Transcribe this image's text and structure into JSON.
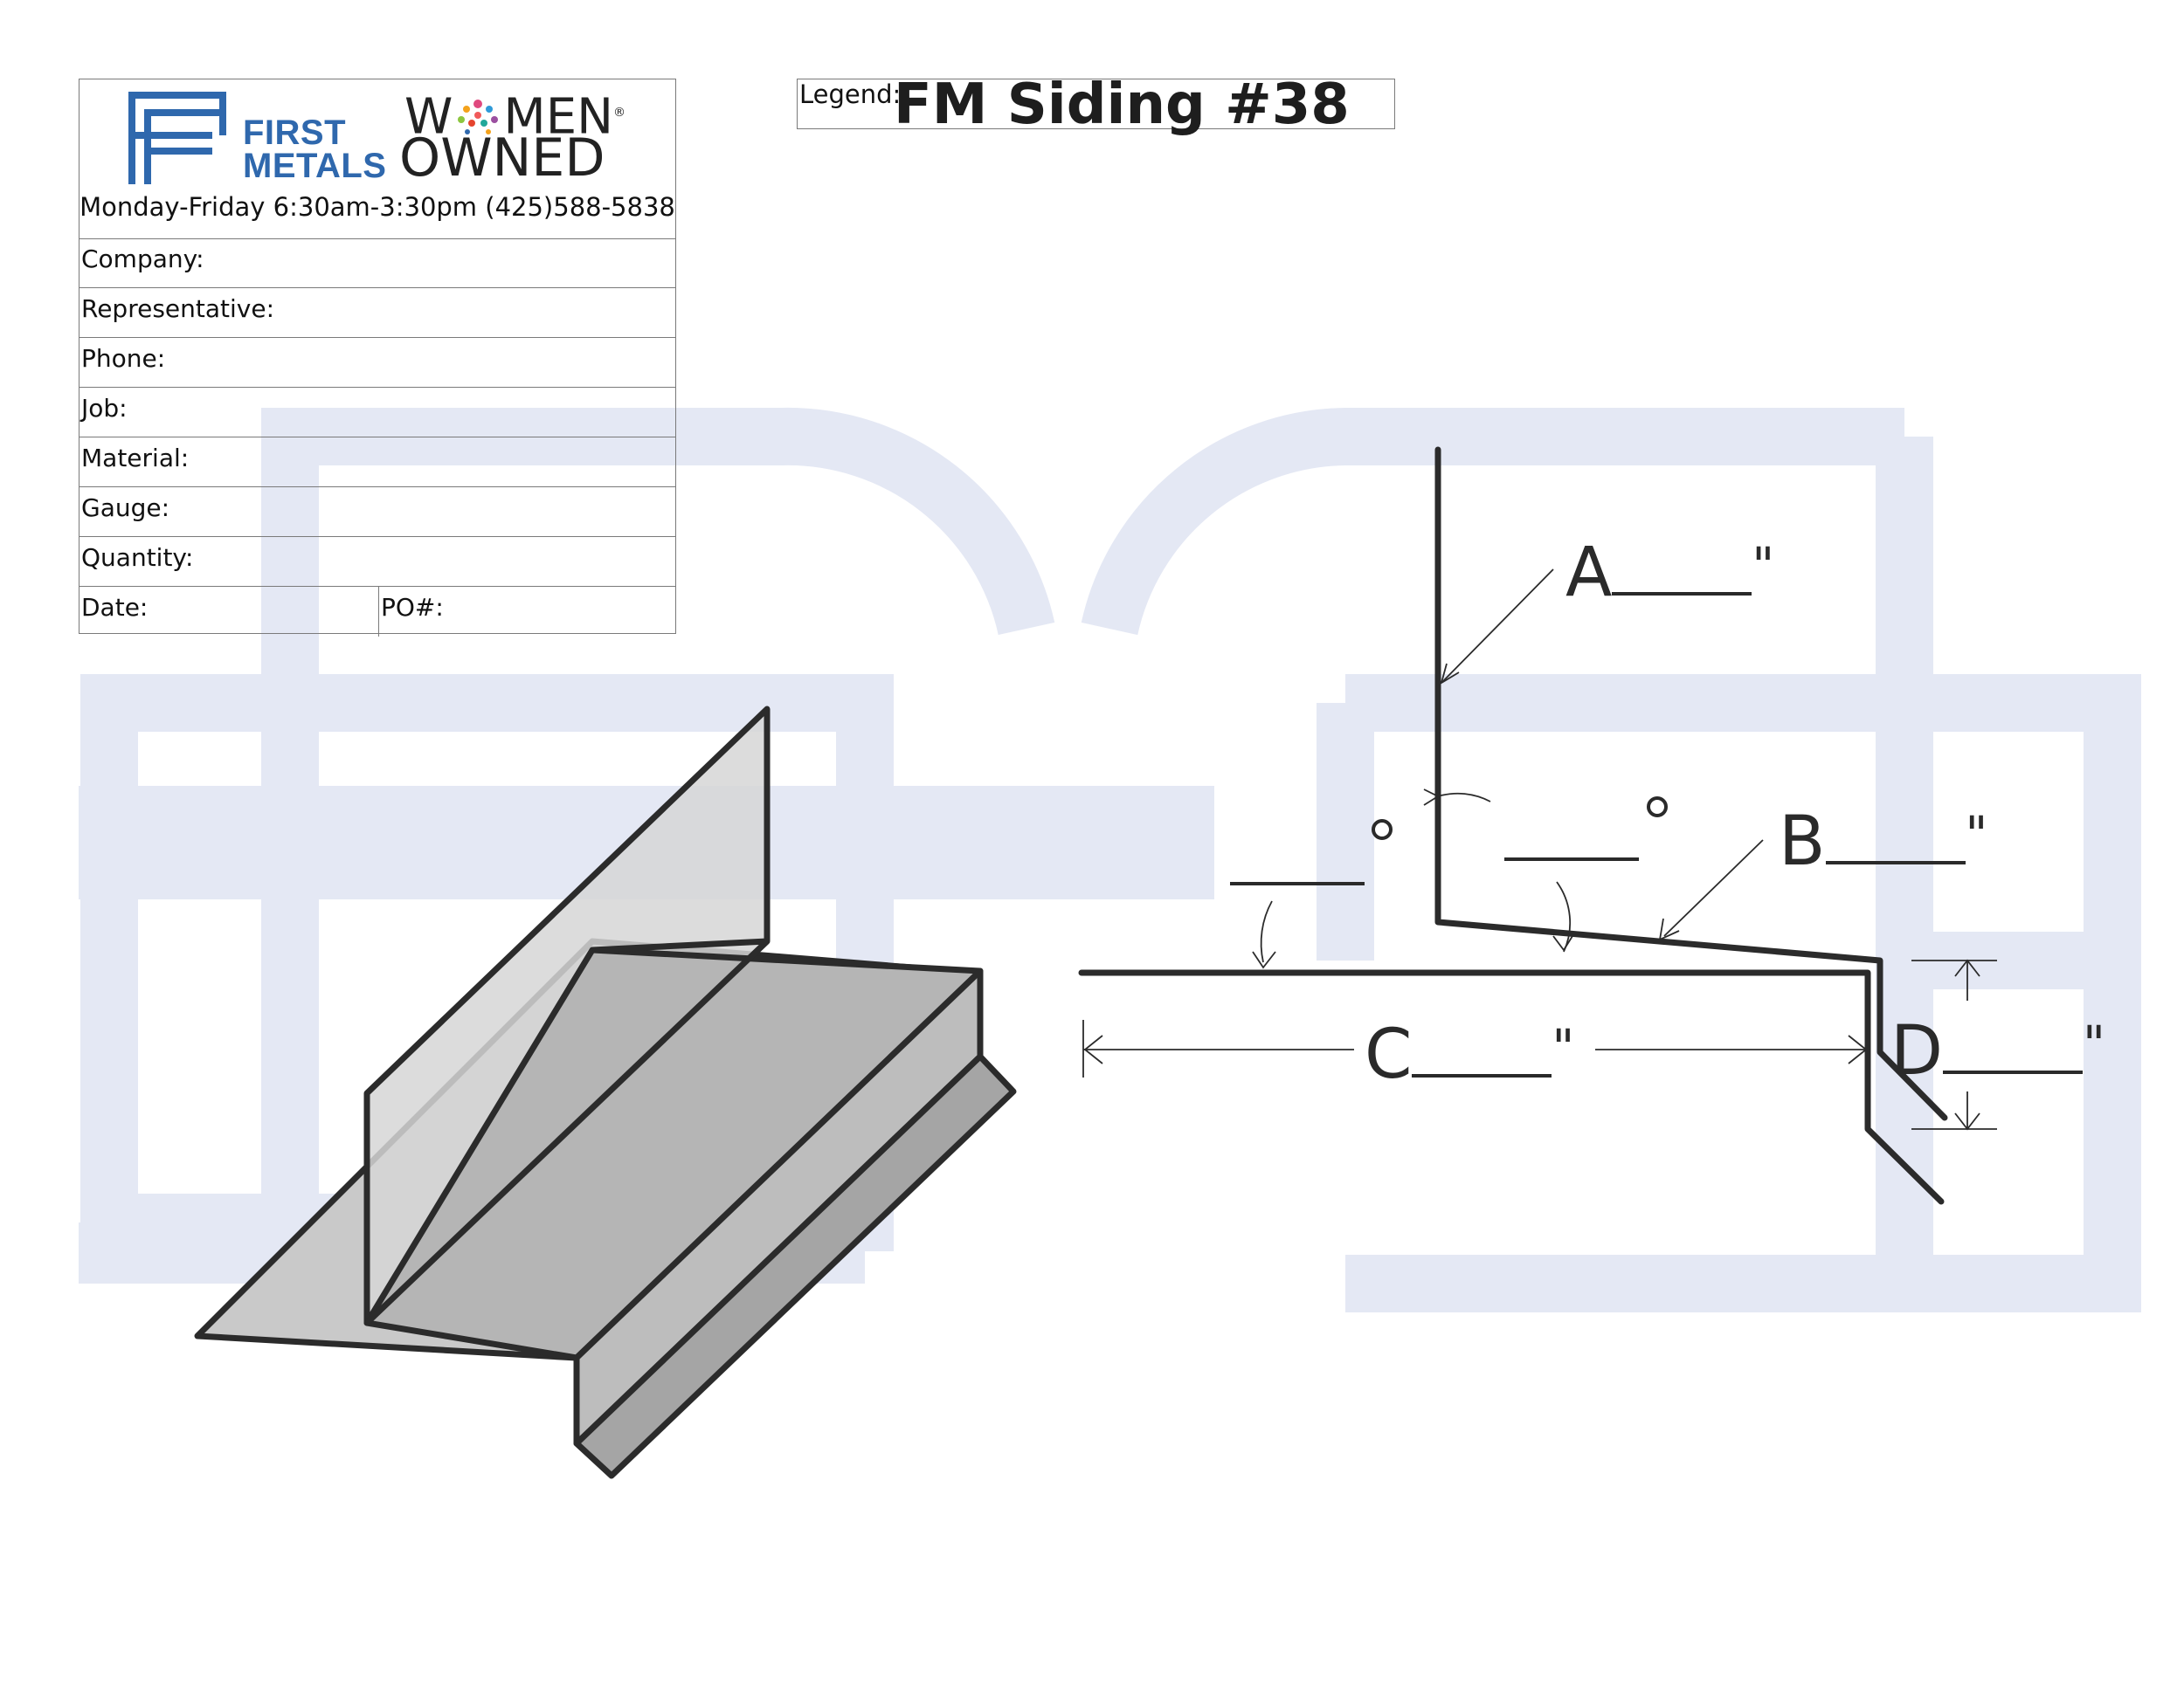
{
  "brand": {
    "company_name_line1": "FIRST",
    "company_name_line2": "METALS",
    "badge_line1_left": "W",
    "badge_line1_right": "MEN",
    "badge_line2": "OWNED",
    "registered_mark": "®",
    "hours_phone": "Monday-Friday 6:30am-3:30pm (425)588-5838",
    "brand_color": "#2f68ad",
    "watermark_color": "#e4e8f4"
  },
  "order_form": {
    "fields": [
      {
        "label": "Company:"
      },
      {
        "label": "Representative:"
      },
      {
        "label": "Phone:"
      },
      {
        "label": "Job:"
      },
      {
        "label": "Material:"
      },
      {
        "label": "Gauge:"
      },
      {
        "label": "Quantity:"
      }
    ],
    "date_label": "Date:",
    "po_label": "PO#:"
  },
  "legend": {
    "label": "Legend:",
    "title": "FM Siding #38"
  },
  "dimensions": {
    "A": {
      "letter": "A",
      "unit": "\""
    },
    "B": {
      "letter": "B",
      "unit": "\""
    },
    "C": {
      "letter": "C",
      "unit": "\""
    },
    "D": {
      "letter": "D",
      "unit": "\""
    },
    "angle_left_unit": "°",
    "angle_right_unit": "°"
  },
  "icons": {
    "logo": "first-metals-logo-icon",
    "badge_dots": "women-owned-dots-icon",
    "watermark": "fm-monogram-watermark"
  }
}
